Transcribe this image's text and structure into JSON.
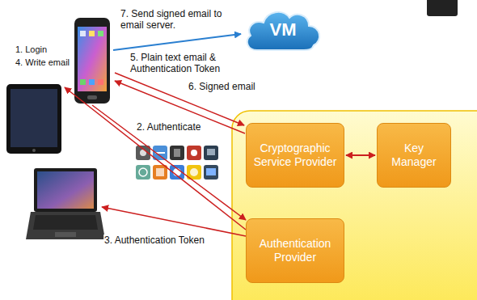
{
  "diagram": {
    "nodes": [
      {
        "text": [
          "VM"
        ]
      },
      {
        "text": [
          "Cryptographic Service Provider"
        ]
      },
      {
        "text": [
          "Key Manager"
        ]
      },
      {
        "text": [
          "Authentication Provider"
        ]
      }
    ],
    "edges": [
      {
        "from": 1,
        "to": 2,
        "arrow": "both"
      }
    ],
    "labels": [
      "1. Login",
      "4. Write email",
      "7. Send signed email to email server.",
      "5. Plain text email & Authentication Token",
      "6. Signed email",
      "2. Authenticate",
      "3. Authentication Token"
    ]
  }
}
